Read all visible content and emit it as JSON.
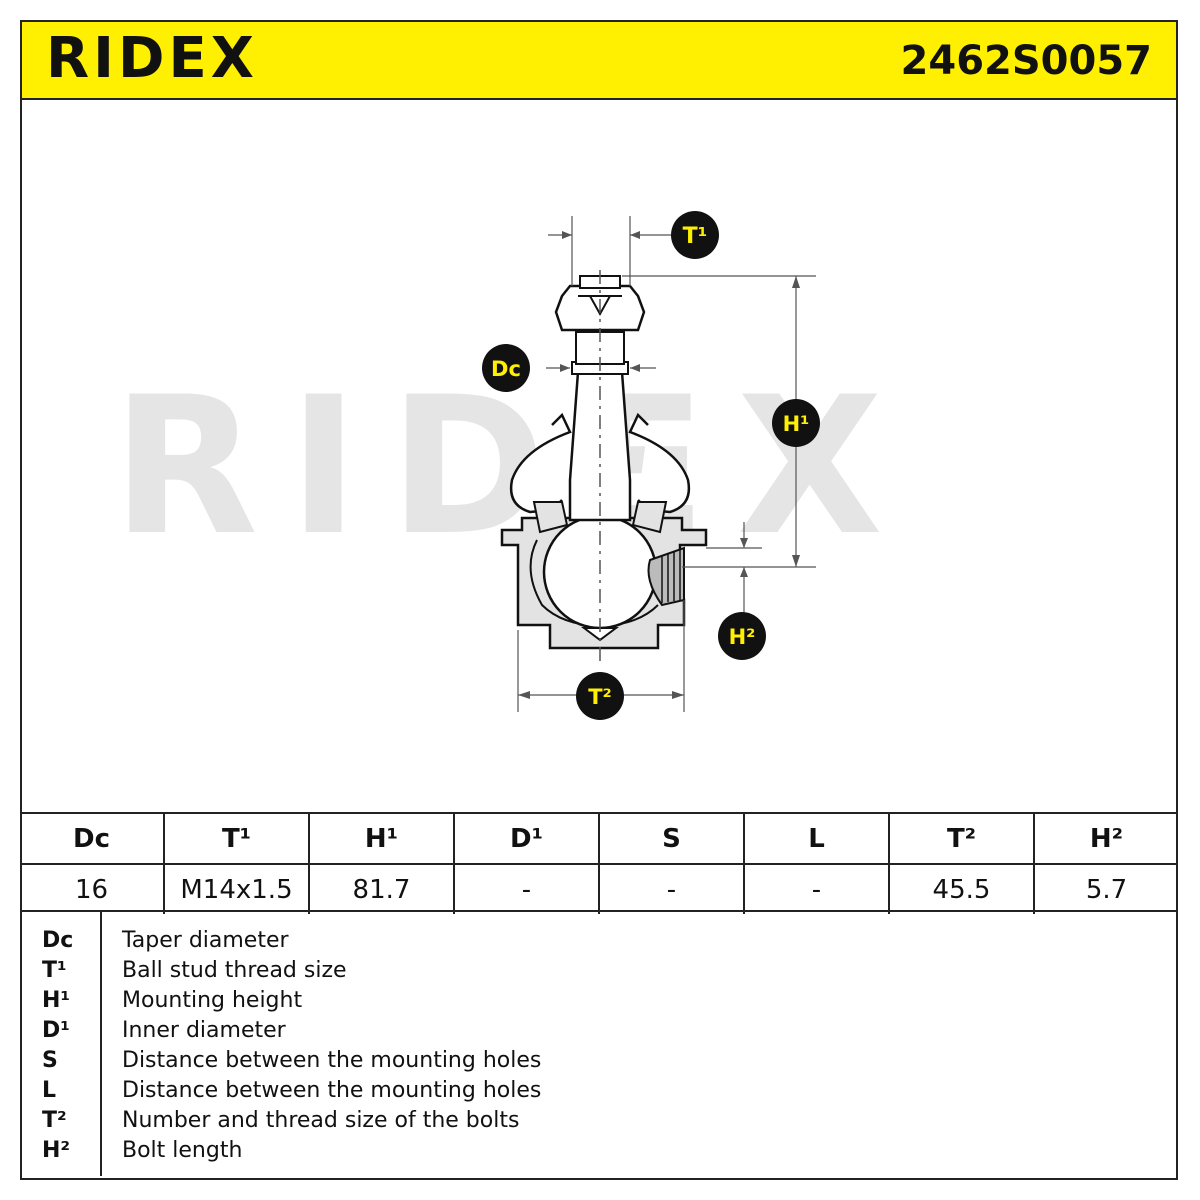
{
  "brand": "RIDEX",
  "part_number": "2462S0057",
  "watermark": "RIDEX",
  "diagram_labels": {
    "t1": "T¹",
    "dc": "Dc",
    "h1": "H¹",
    "h2": "H²",
    "t2": "T²"
  },
  "table": {
    "headers": [
      "Dc",
      "T¹",
      "H¹",
      "D¹",
      "S",
      "L",
      "T²",
      "H²"
    ],
    "values": [
      "16",
      "M14x1.5",
      "81.7",
      "-",
      "-",
      "-",
      "45.5",
      "5.7"
    ]
  },
  "legend": [
    {
      "key": "Dc",
      "text": "Taper diameter"
    },
    {
      "key": "T¹",
      "text": "Ball stud thread size"
    },
    {
      "key": "H¹",
      "text": "Mounting height"
    },
    {
      "key": "D¹",
      "text": "Inner diameter"
    },
    {
      "key": "S",
      "text": "Distance between the mounting holes"
    },
    {
      "key": "L",
      "text": "Distance between the mounting holes"
    },
    {
      "key": "T²",
      "text": "Number and thread size of the bolts"
    },
    {
      "key": "H²",
      "text": "Bolt length"
    }
  ],
  "colors": {
    "header_bg": "#ffef00",
    "badge_bg": "#111111",
    "badge_text": "#ffef00",
    "part_fill": "#e3e3e3",
    "watermark": "#e5e5e5"
  }
}
